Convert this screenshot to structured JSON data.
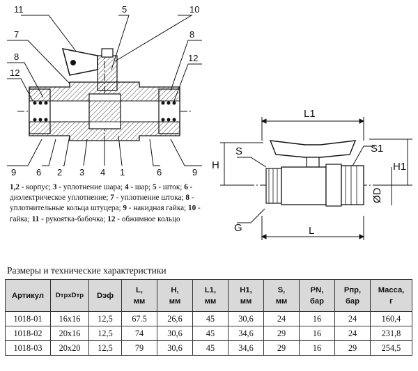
{
  "drawing1": {
    "callouts_top": [
      "11",
      "5",
      "10"
    ],
    "callouts_left": [
      "7",
      "8",
      "12"
    ],
    "callouts_right": [
      "8",
      "12"
    ],
    "callouts_bottom": [
      "9",
      "6",
      "2",
      "3",
      "4",
      "1",
      "6",
      "9"
    ]
  },
  "drawing2": {
    "L1": "L1",
    "L": "L",
    "H": "H",
    "H1": "H1",
    "S": "S",
    "S1": "S1",
    "G": "G",
    "D": "ØD"
  },
  "legend": {
    "parts": [
      {
        "num": "1,2",
        "text": " - корпус; "
      },
      {
        "num": "3",
        "text": " - уплотнение шара; "
      },
      {
        "num": "4",
        "text": " - шар; "
      },
      {
        "num": "5",
        "text": " - шток;"
      },
      {
        "num": "6",
        "text": " - диэлектрическое уплотнение; "
      },
      {
        "num": "7",
        "text": " - уплотнение штока; "
      },
      {
        "num": "8",
        "text": " - уплотнительные кольца штуцера; "
      },
      {
        "num": "9",
        "text": " - накидная гайка; "
      },
      {
        "num": "10",
        "text": " - гайка; "
      },
      {
        "num": "11",
        "text": " - рукоятка-бабочка; "
      },
      {
        "num": "12",
        "text": " - обжимное кольцо"
      }
    ]
  },
  "table": {
    "title": "Размеры и технические характеристики",
    "headers": [
      "Артикул",
      "DтрxDтр",
      "Dэф",
      "L,\nмм",
      "H,\nмм",
      "L1,\nмм",
      "H1,\nмм",
      "S,\nмм",
      "PN,\nбар",
      "Pпр,\nбар",
      "Масса,\nг"
    ],
    "rows": [
      [
        "1018-01",
        "16x16",
        "12,5",
        "67.5",
        "26,6",
        "45",
        "30,6",
        "24",
        "16",
        "24",
        "160,4"
      ],
      [
        "1018-02",
        "20x16",
        "12,5",
        "74",
        "30,6",
        "45",
        "34,6",
        "29",
        "16",
        "24",
        "231,8"
      ],
      [
        "1018-03",
        "20x20",
        "12,5",
        "79",
        "30,6",
        "45",
        "34,6",
        "29",
        "16",
        "29",
        "254,5"
      ]
    ]
  }
}
